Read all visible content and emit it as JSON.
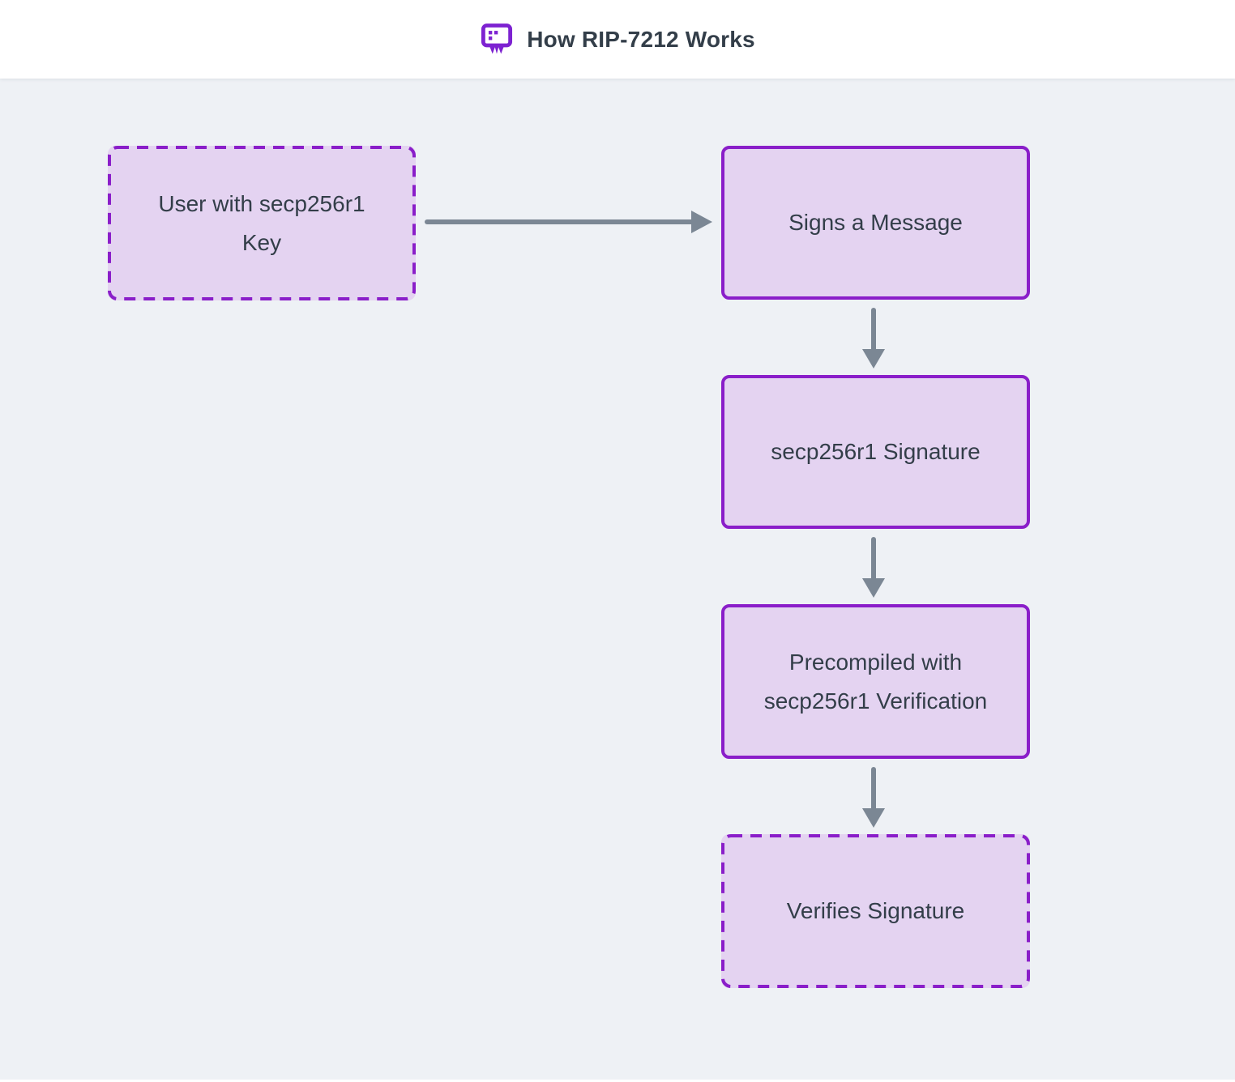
{
  "header": {
    "title": "How RIP-7212 Works",
    "icon": "presentation-board-icon"
  },
  "diagram": {
    "nodes": [
      {
        "id": "user",
        "label": "User with secp256r1 Key",
        "border": "dashed"
      },
      {
        "id": "sign",
        "label": "Signs a Message",
        "border": "solid"
      },
      {
        "id": "signature",
        "label": "secp256r1 Signature",
        "border": "solid"
      },
      {
        "id": "precompile",
        "label": "Precompiled with secp256r1 Verification",
        "border": "solid"
      },
      {
        "id": "verify",
        "label": "Verifies Signature",
        "border": "dashed"
      }
    ],
    "edges": [
      {
        "from": "user",
        "to": "sign"
      },
      {
        "from": "sign",
        "to": "signature"
      },
      {
        "from": "signature",
        "to": "precompile"
      },
      {
        "from": "precompile",
        "to": "verify"
      }
    ]
  },
  "colors": {
    "accent_purple": "#8a1ec9",
    "icon_purple": "#7d22d1",
    "node_fill": "#e4d3f1",
    "node_text": "#333e49",
    "arrow_gray": "#7b8794",
    "canvas_background": "#eef1f5",
    "header_background": "#ffffff"
  }
}
